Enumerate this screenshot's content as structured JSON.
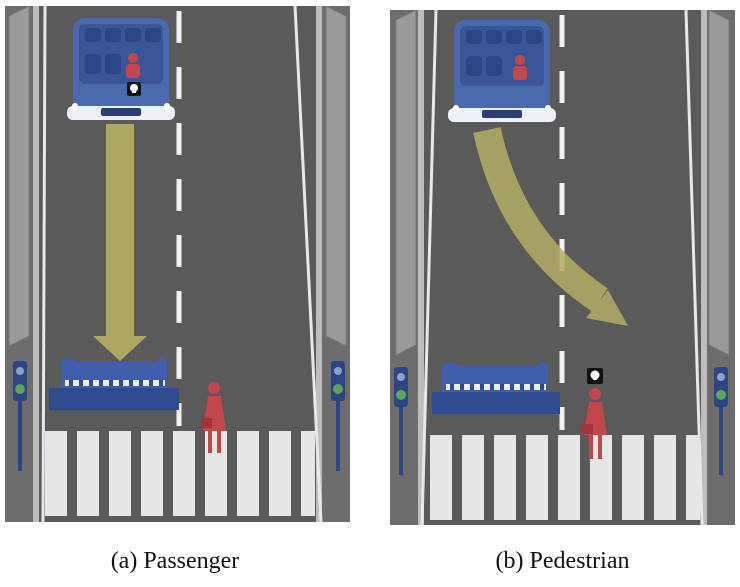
{
  "figure": {
    "panels": [
      {
        "id": "a",
        "caption": "(a) Passenger",
        "outcome_icon": "skull-icon",
        "victim": "passenger",
        "vehicle_path": "straight-into-barrier"
      },
      {
        "id": "b",
        "caption": "(b) Pedestrian",
        "outcome_icon": "skull-icon",
        "victim": "pedestrian",
        "vehicle_path": "swerve-into-crosswalk"
      }
    ]
  },
  "colors": {
    "road": "#5a5a5a",
    "curb": "#8a8a8a",
    "lane_line": "#f2f2f2",
    "car_body": "#4a6ab0",
    "car_dark": "#2a3f7a",
    "arrow": "#b5ae63",
    "person": "#c2474a",
    "barrier": "#3f5fae"
  }
}
